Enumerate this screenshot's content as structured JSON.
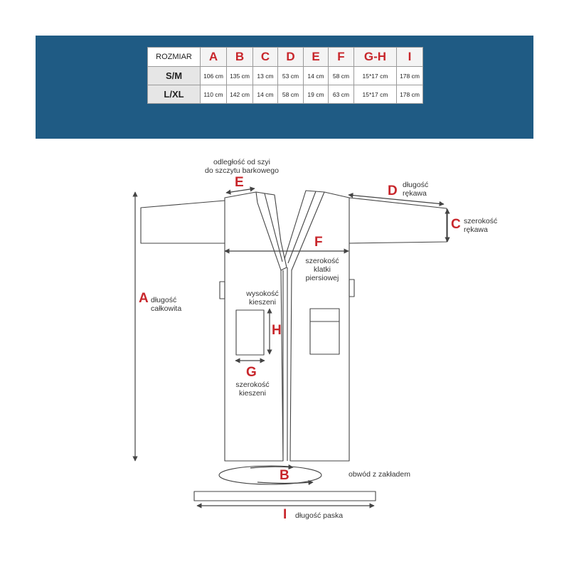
{
  "size_table": {
    "header": [
      "ROZMIAR",
      "A",
      "B",
      "C",
      "D",
      "E",
      "F",
      "G-H",
      "I"
    ],
    "rows": [
      {
        "size": "S/M",
        "values": [
          "106 cm",
          "135 cm",
          "13 cm",
          "53 cm",
          "14 cm",
          "58 cm",
          "15*17 cm",
          "178 cm"
        ]
      },
      {
        "size": "L/XL",
        "values": [
          "110 cm",
          "142 cm",
          "14 cm",
          "58 cm",
          "19 cm",
          "63 cm",
          "15*17 cm",
          "178 cm"
        ]
      }
    ]
  },
  "diagram": {
    "measurements": {
      "A": {
        "letter": "A",
        "label_line1": "długość",
        "label_line2": "całkowita"
      },
      "B": {
        "letter": "B",
        "label": "obwód z zakładem"
      },
      "C": {
        "letter": "C",
        "label_line1": "szerokość",
        "label_line2": "rękawa"
      },
      "D": {
        "letter": "D",
        "label_line1": "długość",
        "label_line2": "rękawa"
      },
      "E": {
        "letter": "E",
        "label_line1": "odległość od szyi",
        "label_line2": "do szczytu barkowego"
      },
      "F": {
        "letter": "F",
        "label_line1": "szerokość",
        "label_line2": "klatki",
        "label_line3": "piersiowej"
      },
      "G": {
        "letter": "G",
        "label_line1": "szerokość",
        "label_line2": "kieszeni"
      },
      "H": {
        "letter": "H",
        "label_line1": "wysokość",
        "label_line2": "kieszeni"
      },
      "I": {
        "letter": "I",
        "label": "długość paska"
      }
    }
  },
  "colors": {
    "banner": "#1f5b84",
    "accent": "#c8262b",
    "line": "#444444"
  }
}
